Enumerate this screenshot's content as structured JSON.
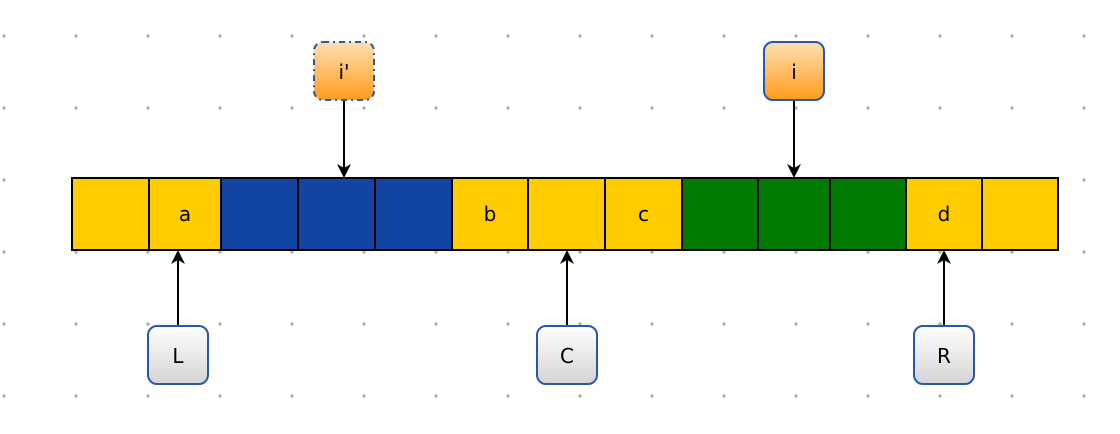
{
  "colors": {
    "yellow": "#FFCC00",
    "blue": "#1346A4",
    "green": "#007A00",
    "border": "#000000",
    "box_border": "#2A58A8",
    "pointer_grey_fill": "#E6E6E6",
    "pointer_orange_fill": "#FFA733",
    "grid_dot": "#9a9a9a"
  },
  "array": {
    "cells": [
      {
        "label": "",
        "color": "yellow"
      },
      {
        "label": "a",
        "color": "yellow"
      },
      {
        "label": "",
        "color": "blue"
      },
      {
        "label": "",
        "color": "blue"
      },
      {
        "label": "",
        "color": "blue"
      },
      {
        "label": "b",
        "color": "yellow"
      },
      {
        "label": "",
        "color": "yellow"
      },
      {
        "label": "c",
        "color": "yellow"
      },
      {
        "label": "",
        "color": "green"
      },
      {
        "label": "",
        "color": "green"
      },
      {
        "label": "",
        "color": "green"
      },
      {
        "label": "d",
        "color": "yellow"
      },
      {
        "label": "",
        "color": "yellow"
      }
    ]
  },
  "pointers": [
    {
      "id": "i-prime",
      "label": "i'",
      "style": "orange-dashed",
      "target_cell": 3.6
    },
    {
      "id": "i",
      "label": "i",
      "style": "orange",
      "target_cell": 9.5
    },
    {
      "id": "L",
      "label": "L",
      "style": "grey",
      "target_cell": 1.4
    },
    {
      "id": "C",
      "label": "C",
      "style": "grey",
      "target_cell": 6.5
    },
    {
      "id": "R",
      "label": "R",
      "style": "grey",
      "target_cell": 11.5
    }
  ]
}
